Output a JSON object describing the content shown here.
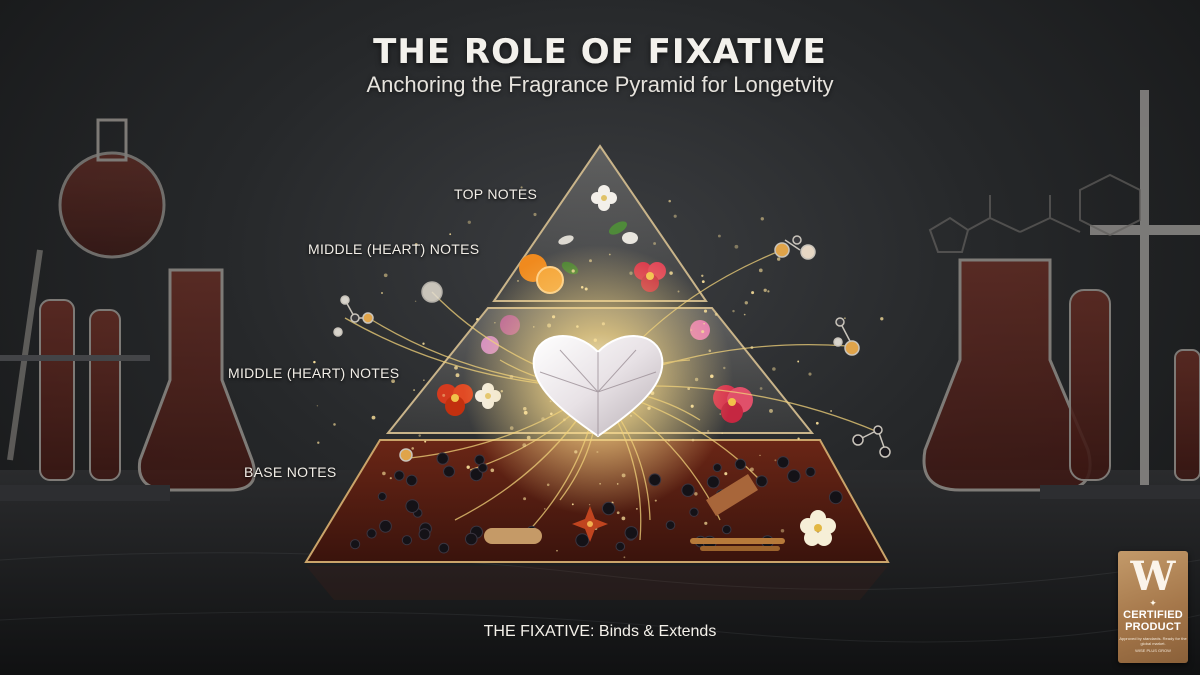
{
  "title": "THE ROLE OF FIXATIVE",
  "subtitle": "Anchoring the Fragrance Pyramid for Longetvity",
  "tiers": [
    {
      "label": "TOP NOTES"
    },
    {
      "label": "MIDDLE (HEART) NOTES"
    },
    {
      "label": "MIDDLE (HEART) NOTES"
    },
    {
      "label": "BASE NOTES"
    }
  ],
  "caption": {
    "lead": "THE FIXATIVE:",
    "rest": " Binds & Extends"
  },
  "badge": {
    "logo": "W",
    "star": "✦",
    "line1": "CERTIFIED",
    "line2": "PRODUCT",
    "fine": "Approved by standards. Ready for the global market.",
    "brand": "WISE PLUS GROW"
  },
  "colors": {
    "background": "#26282a",
    "glow": "#f7d98a",
    "base_tier": "#5a1f14",
    "text": "#f3f1ec",
    "badge": "#a5774a"
  }
}
